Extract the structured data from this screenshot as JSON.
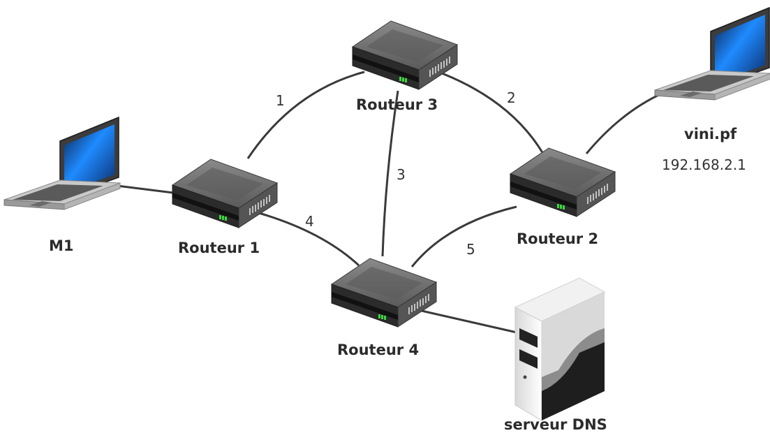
{
  "nodes": {
    "m1": {
      "label": "M1"
    },
    "routeur1": {
      "label": "Routeur 1"
    },
    "routeur2": {
      "label": "Routeur 2"
    },
    "routeur3": {
      "label": "Routeur 3"
    },
    "routeur4": {
      "label": "Routeur 4"
    },
    "vini": {
      "label": "vini.pf",
      "ip": "192.168.2.1"
    },
    "dns": {
      "label": "serveur DNS"
    }
  },
  "links": {
    "l1": {
      "label": "1"
    },
    "l2": {
      "label": "2"
    },
    "l3": {
      "label": "3"
    },
    "l4": {
      "label": "4"
    },
    "l5": {
      "label": "5"
    }
  },
  "colors": {
    "link": "#3a3a3a",
    "router_body": "#4a4a4a",
    "router_top": "#6e6e6e",
    "router_led": "#3fd83f",
    "laptop_screen": "#1c6fcf",
    "server_body": "#e6e6e6"
  }
}
